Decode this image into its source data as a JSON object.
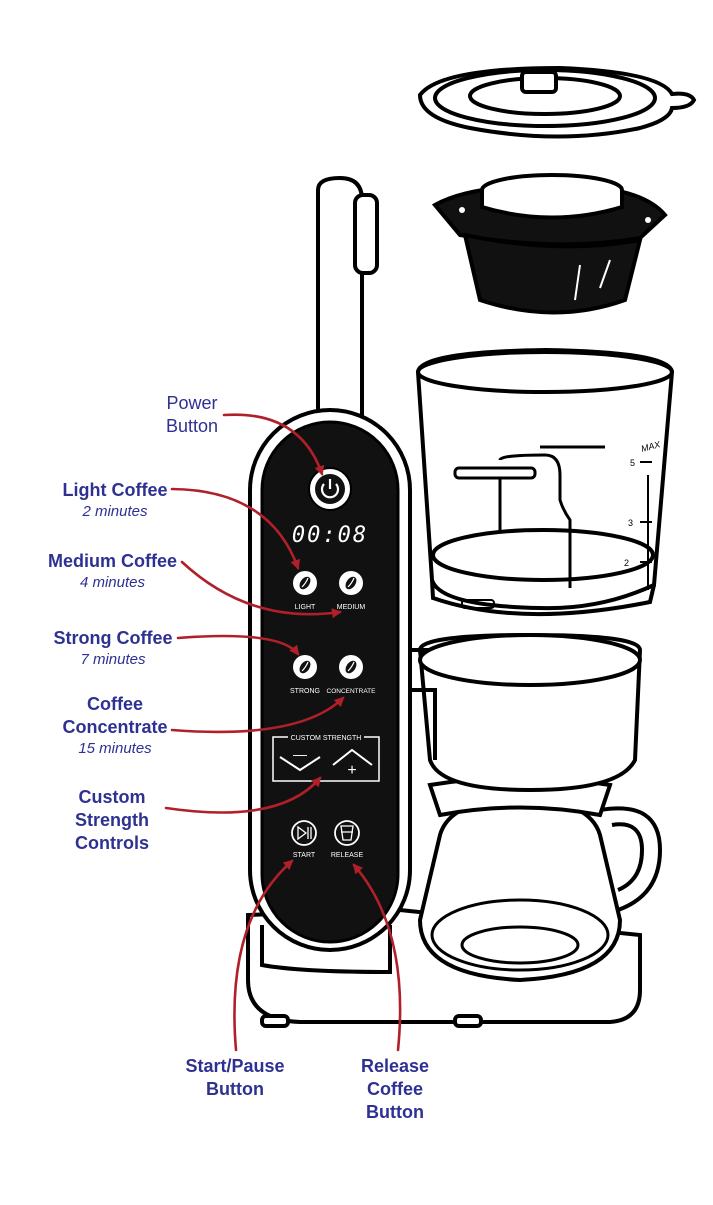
{
  "colors": {
    "label": "#2e3192",
    "arrow": "#b0202a",
    "panel": "#111111",
    "outline": "#000000"
  },
  "display": {
    "time": "00:08"
  },
  "panel": {
    "light": "LIGHT",
    "medium": "MEDIUM",
    "strong": "STRONG",
    "concentrate": "CONCENTRATE",
    "custom_strength": "CUSTOM STRENGTH",
    "minus": "—",
    "plus": "+",
    "start": "START",
    "release": "RELEASE"
  },
  "carafe_scale": {
    "max": "MAX",
    "marks": [
      "5",
      "3",
      "2"
    ]
  },
  "callouts": {
    "power": {
      "line1": "Power",
      "line2": "Button"
    },
    "light": {
      "title": "Light Coffee",
      "time": "2 minutes"
    },
    "medium": {
      "title": "Medium Coffee",
      "time": "4 minutes"
    },
    "strong": {
      "title": "Strong Coffee",
      "time": "7 minutes"
    },
    "concentrate": {
      "line1": "Coffee",
      "line2": "Concentrate",
      "time": "15 minutes"
    },
    "custom": {
      "line1": "Custom",
      "line2": "Strength",
      "line3": "Controls"
    },
    "start": {
      "line1": "Start/Pause",
      "line2": "Button"
    },
    "release": {
      "line1": "Release",
      "line2": "Coffee",
      "line3": "Button"
    }
  },
  "icons": [
    "power-icon",
    "bean-icon",
    "play-pause-icon",
    "cup-icon",
    "minus-icon",
    "plus-icon"
  ]
}
